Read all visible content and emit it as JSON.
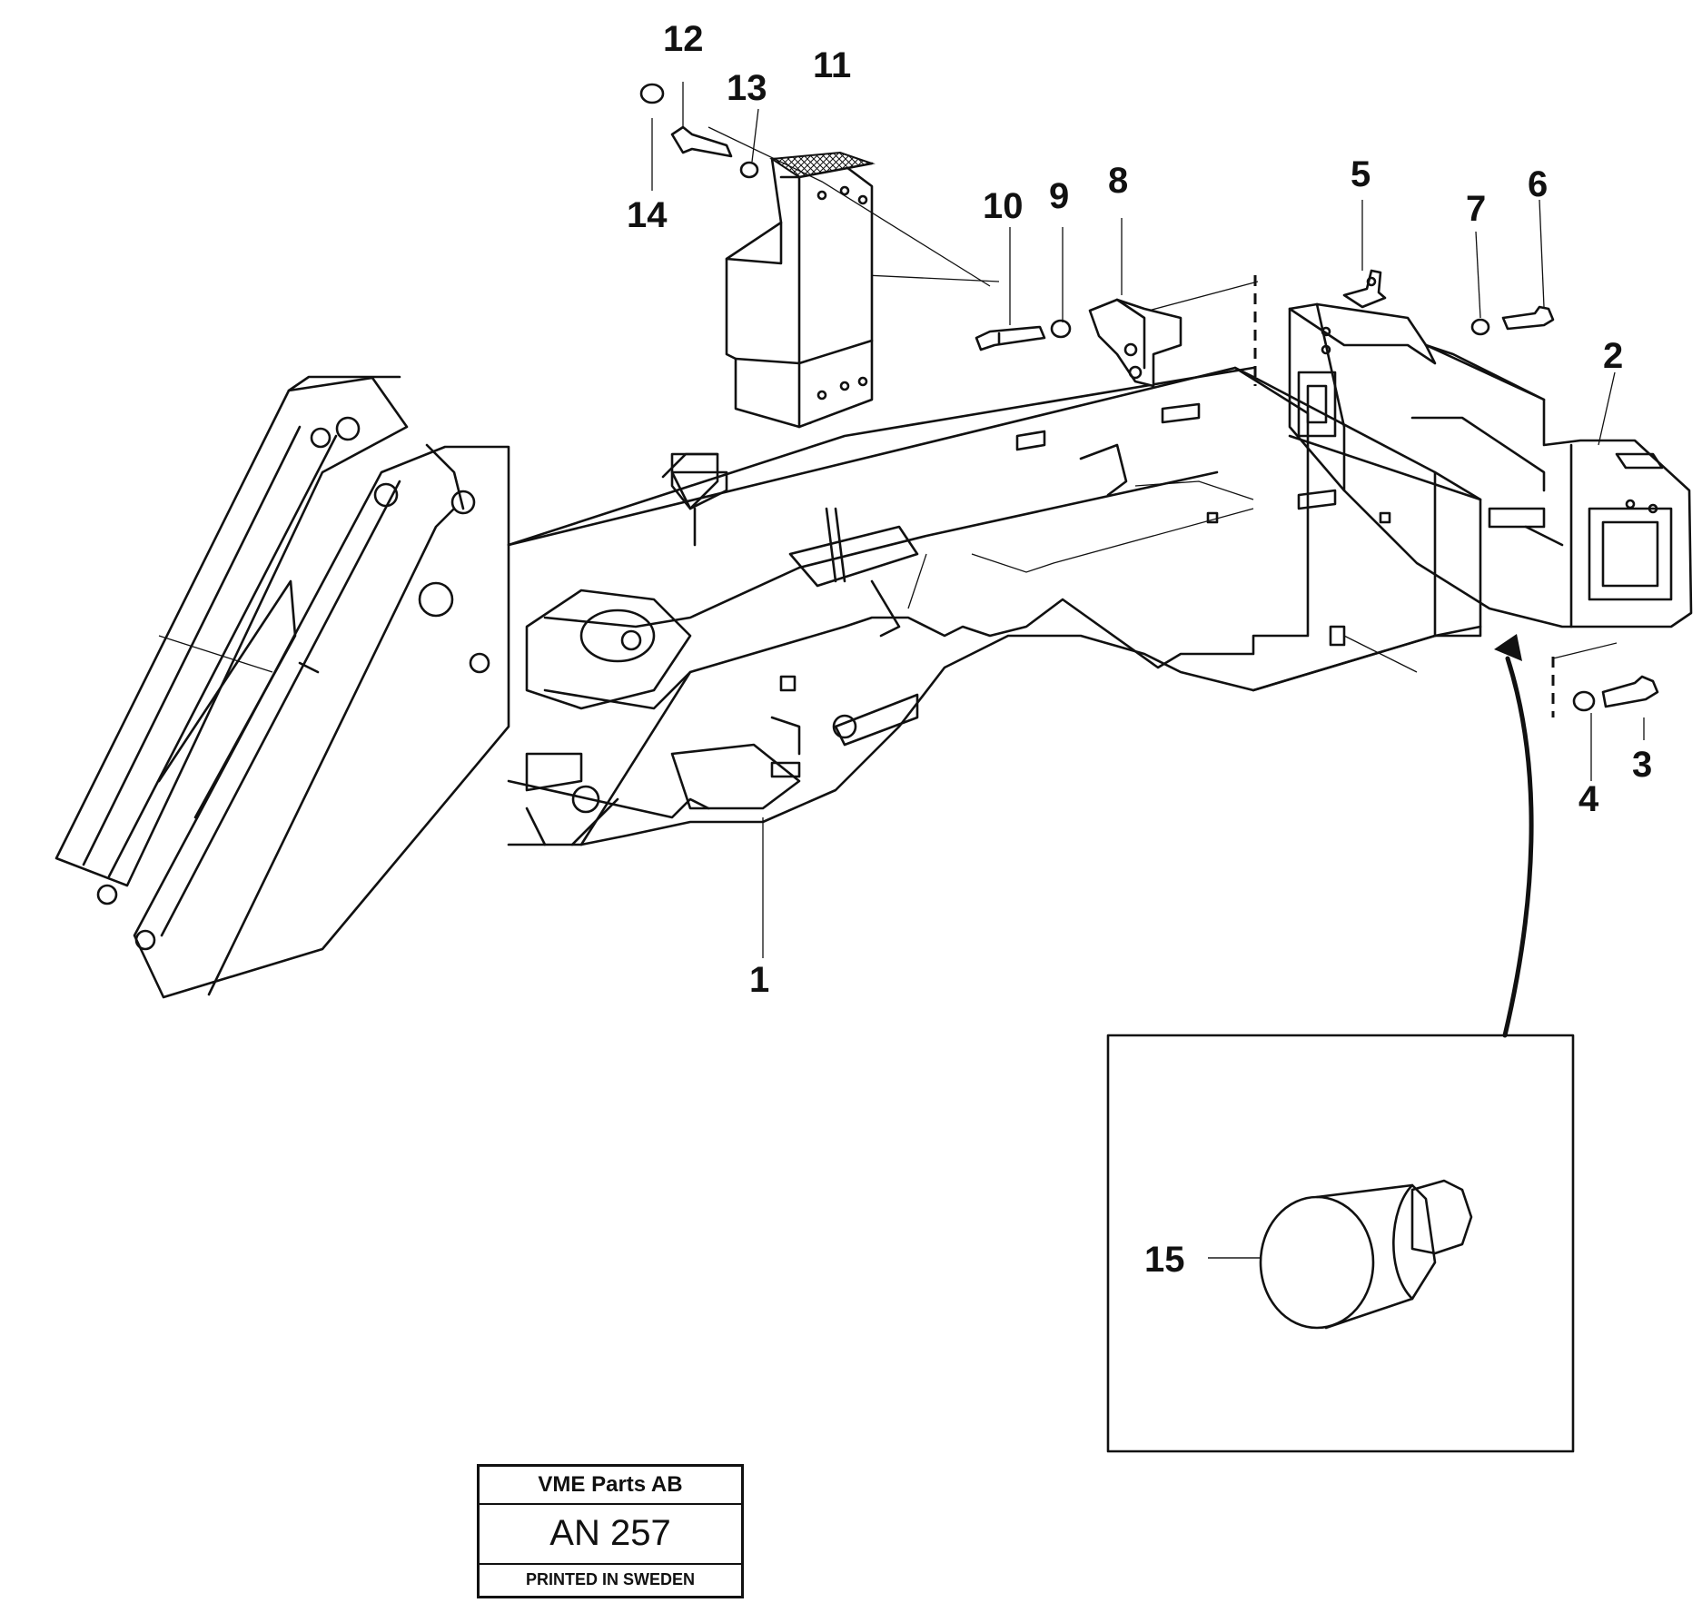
{
  "diagram": {
    "callouts": [
      {
        "id": "1",
        "label": "1"
      },
      {
        "id": "2",
        "label": "2"
      },
      {
        "id": "3",
        "label": "3"
      },
      {
        "id": "4",
        "label": "4"
      },
      {
        "id": "5",
        "label": "5"
      },
      {
        "id": "6",
        "label": "6"
      },
      {
        "id": "7",
        "label": "7"
      },
      {
        "id": "8",
        "label": "8"
      },
      {
        "id": "9",
        "label": "9"
      },
      {
        "id": "10",
        "label": "10"
      },
      {
        "id": "11",
        "label": "11"
      },
      {
        "id": "12",
        "label": "12"
      },
      {
        "id": "13",
        "label": "13"
      },
      {
        "id": "14",
        "label": "14"
      },
      {
        "id": "15",
        "label": "15"
      }
    ]
  },
  "title_block": {
    "company": "VME Parts AB",
    "number": "AN 257",
    "printed": "PRINTED IN SWEDEN"
  },
  "colors": {
    "ink": "#111111",
    "paper": "#ffffff"
  }
}
